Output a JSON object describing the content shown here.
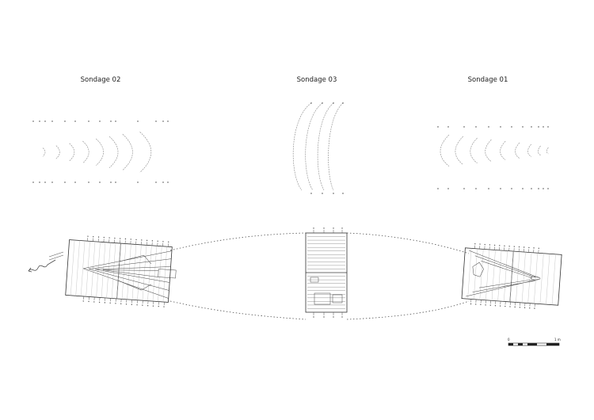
{
  "titles": {
    "sondage_02": "Sondage 02",
    "sondage_03": "Sondage 03",
    "sondage_01": "Sondage 01"
  },
  "scale_bar": {
    "start_label": "0",
    "end_label": "1 m"
  },
  "north_arrow": {
    "icon": "wavy-north-arrow-icon"
  },
  "colors": {
    "line": "#333333",
    "faint": "#9a9a9a",
    "dotted": "#555555"
  }
}
